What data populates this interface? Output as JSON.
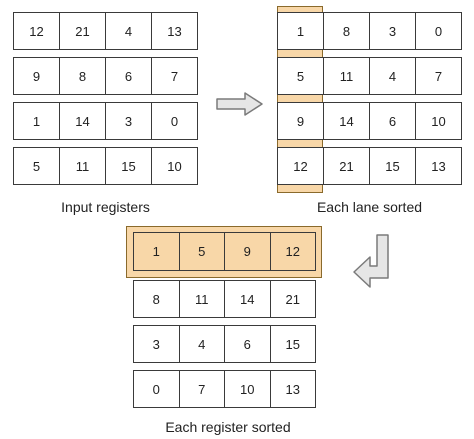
{
  "panels": {
    "input": {
      "caption": "Input registers",
      "rows": [
        [
          "12",
          "21",
          "4",
          "13"
        ],
        [
          "9",
          "8",
          "6",
          "7"
        ],
        [
          "1",
          "14",
          "3",
          "0"
        ],
        [
          "5",
          "11",
          "15",
          "10"
        ]
      ]
    },
    "lane_sorted": {
      "caption": "Each lane sorted",
      "rows": [
        [
          "1",
          "8",
          "3",
          "0"
        ],
        [
          "5",
          "11",
          "4",
          "7"
        ],
        [
          "9",
          "14",
          "6",
          "10"
        ],
        [
          "12",
          "21",
          "15",
          "13"
        ]
      ]
    },
    "register_sorted": {
      "caption": "Each register sorted",
      "rows": [
        [
          "1",
          "5",
          "9",
          "12"
        ],
        [
          "8",
          "11",
          "14",
          "21"
        ],
        [
          "3",
          "4",
          "6",
          "15"
        ],
        [
          "0",
          "7",
          "10",
          "13"
        ]
      ]
    }
  },
  "colors": {
    "highlight_fill": "#f8d7a8",
    "highlight_border": "#8a6a2c",
    "grid_border": "#3a3a3a",
    "arrow_fill": "#e6e6e6",
    "arrow_stroke": "#7a7a7a"
  },
  "icons": {
    "arrow_right": "right-arrow-icon",
    "arrow_down_left": "down-left-arrow-icon"
  }
}
